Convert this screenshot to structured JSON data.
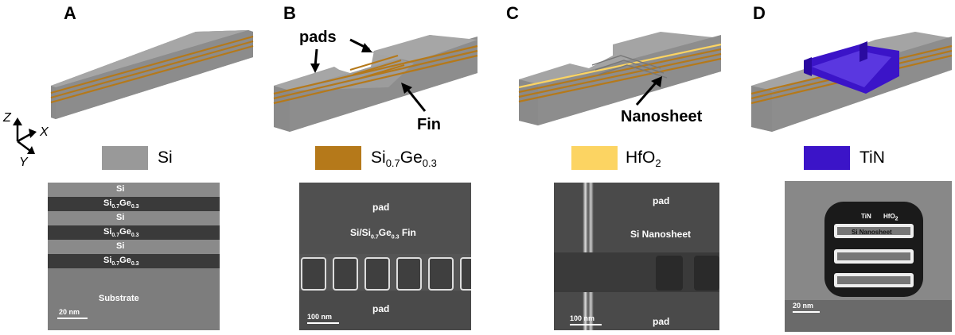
{
  "panels": {
    "a": {
      "letter": "A"
    },
    "b": {
      "letter": "B",
      "callout_pads": "pads",
      "callout_fin": "Fin"
    },
    "c": {
      "letter": "C",
      "callout_nanosheet": "Nanosheet"
    },
    "d": {
      "letter": "D"
    }
  },
  "axes": {
    "z": "Z",
    "x": "X",
    "y": "Y"
  },
  "legend": [
    {
      "name": "Si",
      "color": "#999999"
    },
    {
      "name_main": "Si",
      "sub1": "0.7",
      "mid": "Ge",
      "sub2": "0.3",
      "color": "#b5791a"
    },
    {
      "name_main": "HfO",
      "sub": "2",
      "color": "#fcd462"
    },
    {
      "name": "TiN",
      "color": "#3b14c8"
    }
  ],
  "micrographs": {
    "a": {
      "layers": [
        {
          "text": "Si"
        },
        {
          "main": "Si",
          "s1": "0.7",
          "ge": "Ge",
          "s2": "0.3"
        },
        {
          "text": "Si"
        },
        {
          "main": "Si",
          "s1": "0.7",
          "ge": "Ge",
          "s2": "0.3"
        },
        {
          "text": "Si"
        },
        {
          "main": "Si",
          "s1": "0.7",
          "ge": "Ge",
          "s2": "0.3"
        }
      ],
      "substrate": "Substrate",
      "scale": "20 nm"
    },
    "b": {
      "pad_top": "pad",
      "fin_main": "Si/Si",
      "fin_s1": "0.7",
      "fin_ge": "Ge",
      "fin_s2": "0.3",
      "fin_tail": " Fin",
      "pad_bottom": "pad",
      "scale": "100 nm"
    },
    "c": {
      "pad_top": "pad",
      "nanosheet": "Si Nanosheet",
      "pad_bottom": "pad",
      "scale": "100 nm"
    },
    "d": {
      "tin": "TiN",
      "hfo_main": "HfO",
      "hfo_sub": "2",
      "nanosheet": "Si Nanosheet",
      "scale": "20 nm"
    }
  }
}
